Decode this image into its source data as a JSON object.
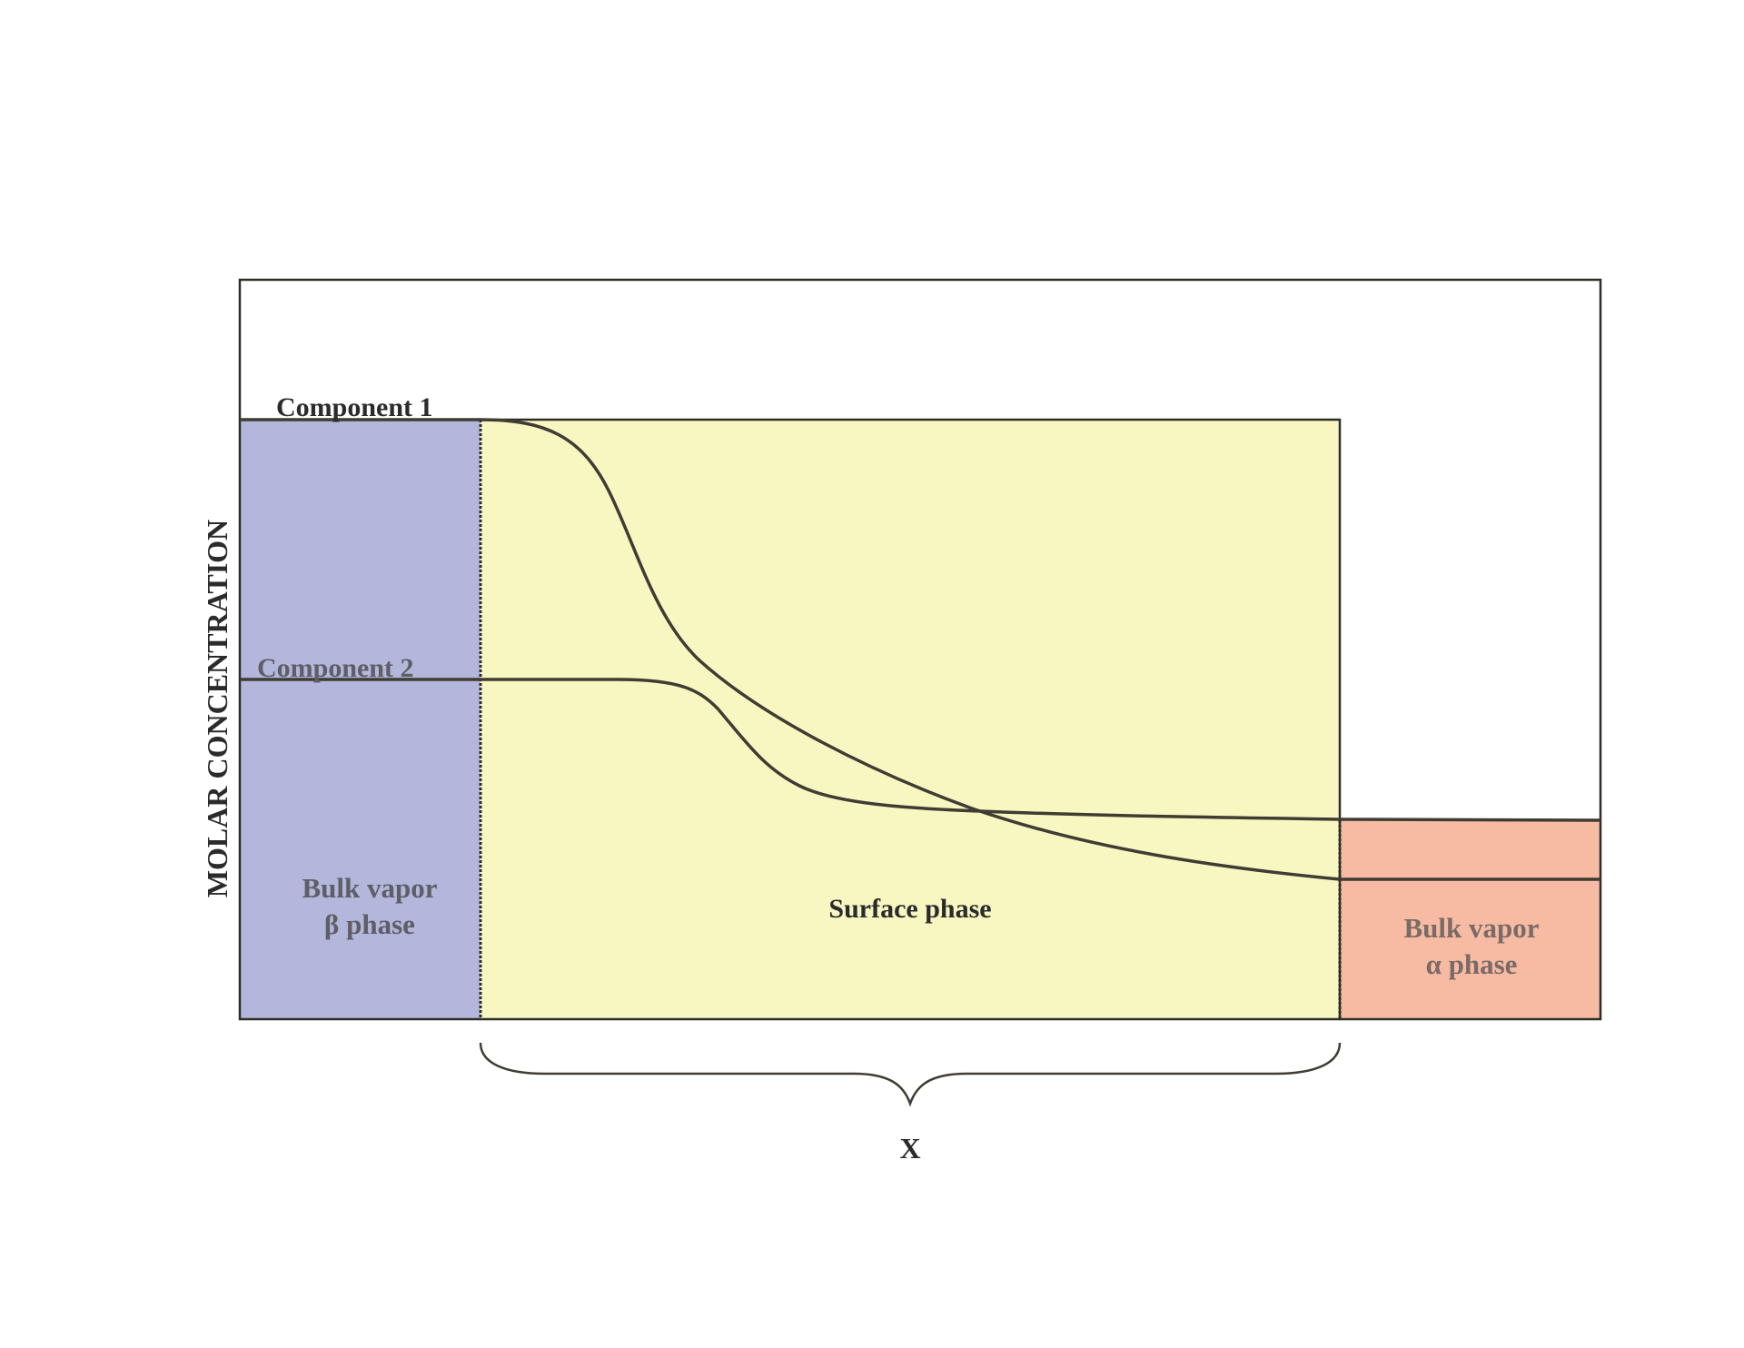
{
  "diagram": {
    "y_axis_label": "MOLAR CONCENTRATION",
    "x_axis_label": "X",
    "component_1_label": "Component 1",
    "component_2_label": "Component 2",
    "regions": {
      "beta": {
        "line1": "Bulk vapor",
        "line2": "β phase"
      },
      "surface": {
        "label": "Surface phase"
      },
      "alpha": {
        "line1": "Bulk vapor",
        "line2": "α phase"
      }
    }
  },
  "colors": {
    "beta_fill": "#b3b7dc",
    "surface_fill": "#f8f7c2",
    "alpha_fill": "#f7bba3",
    "stroke": "#2e2d27",
    "curve": "#3f3c33",
    "text_dark": "#2b2b2b",
    "text_gray": "#5e5e66",
    "text_alpha": "#7b6b66"
  }
}
